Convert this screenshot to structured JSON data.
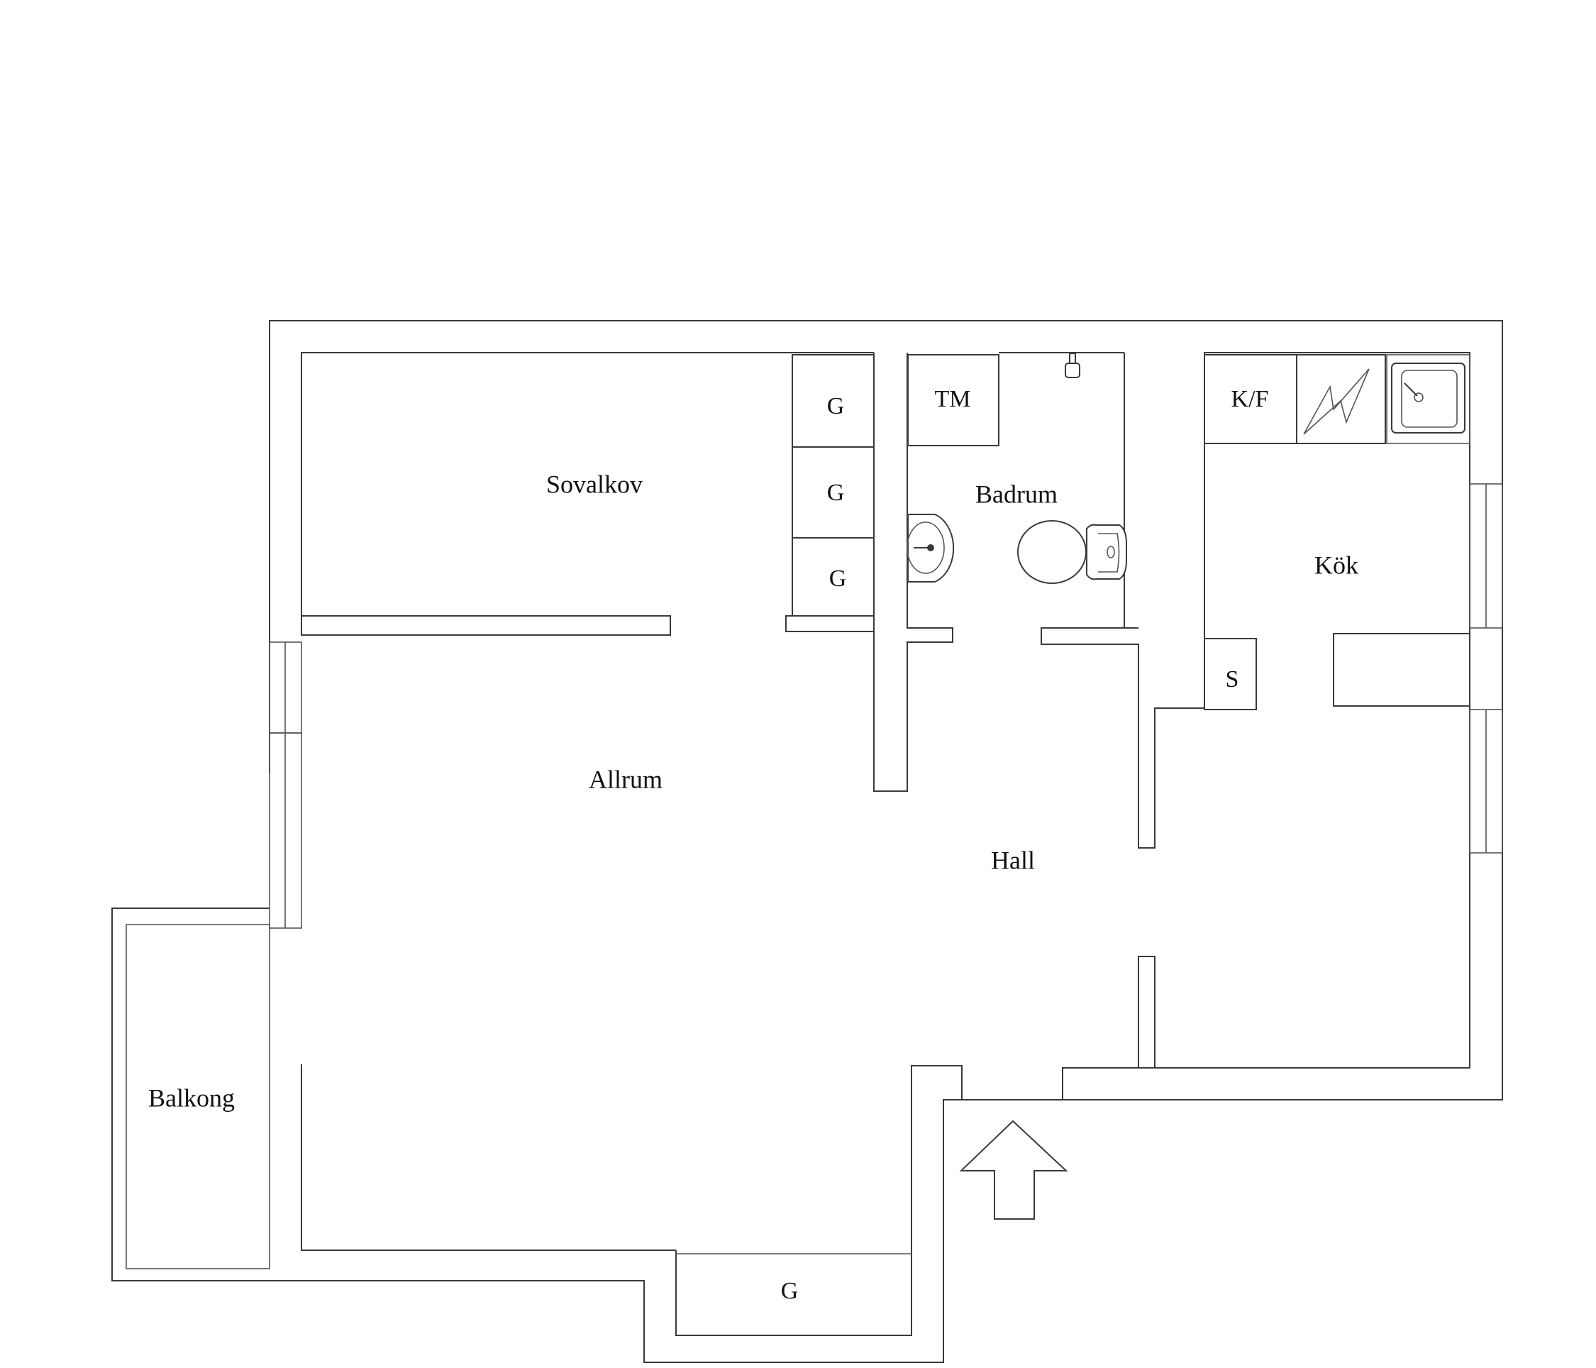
{
  "rooms": {
    "sovalkov": "Sovalkov",
    "badrum": "Badrum",
    "kok": "Kök",
    "allrum": "Allrum",
    "hall": "Hall",
    "balkong": "Balkong"
  },
  "fixtures": {
    "closet_1": "G",
    "closet_2": "G",
    "closet_3": "G",
    "closet_bottom": "G",
    "washer": "TM",
    "fridge_freezer": "K/F",
    "storage": "S"
  },
  "icons": {
    "entrance": "entrance-arrow-icon",
    "sink": "kitchen-sink-icon",
    "stove": "stove-icon",
    "washbasin": "washbasin-icon",
    "toilet": "toilet-icon",
    "shower": "shower-head-icon"
  },
  "colors": {
    "wall": "#3a3a3a",
    "background": "#ffffff"
  }
}
